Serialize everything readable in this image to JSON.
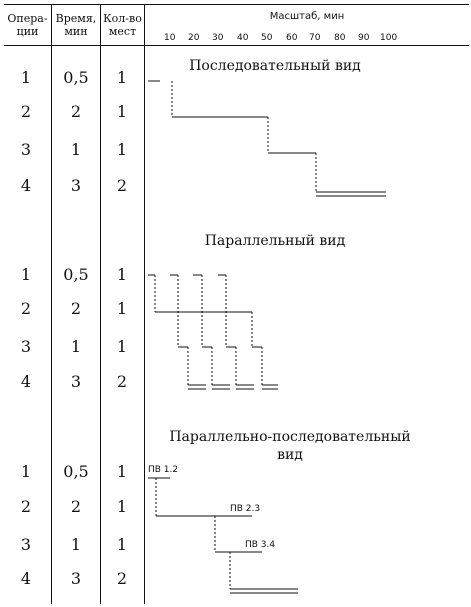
{
  "header": {
    "col_ops": "Опера-\nции",
    "col_time": "Время,\nмин",
    "col_places": "Кол-во\nмест",
    "scale_title": "Масштаб, мин",
    "ticks": [
      "10",
      "20",
      "30",
      "40",
      "50",
      "60",
      "70",
      "80",
      "90",
      "100"
    ]
  },
  "sections": [
    {
      "title": "Последовательный вид",
      "rows": [
        {
          "op": "1",
          "time": "0,5",
          "places": "1"
        },
        {
          "op": "2",
          "time": "2",
          "places": "1"
        },
        {
          "op": "3",
          "time": "1",
          "places": "1"
        },
        {
          "op": "4",
          "time": "3",
          "places": "2"
        }
      ]
    },
    {
      "title": "Параллельный вид",
      "rows": [
        {
          "op": "1",
          "time": "0,5",
          "places": "1"
        },
        {
          "op": "2",
          "time": "2",
          "places": "1"
        },
        {
          "op": "3",
          "time": "1",
          "places": "1"
        },
        {
          "op": "4",
          "time": "3",
          "places": "2"
        }
      ]
    },
    {
      "title": "Параллельно-последовательный\nвид",
      "rows": [
        {
          "op": "1",
          "time": "0,5",
          "places": "1"
        },
        {
          "op": "2",
          "time": "2",
          "places": "1"
        },
        {
          "op": "3",
          "time": "1",
          "places": "1"
        },
        {
          "op": "4",
          "time": "3",
          "places": "2"
        }
      ],
      "labels": [
        "ПВ 1.2",
        "ПВ 2.3",
        "ПВ 3.4"
      ]
    }
  ]
}
